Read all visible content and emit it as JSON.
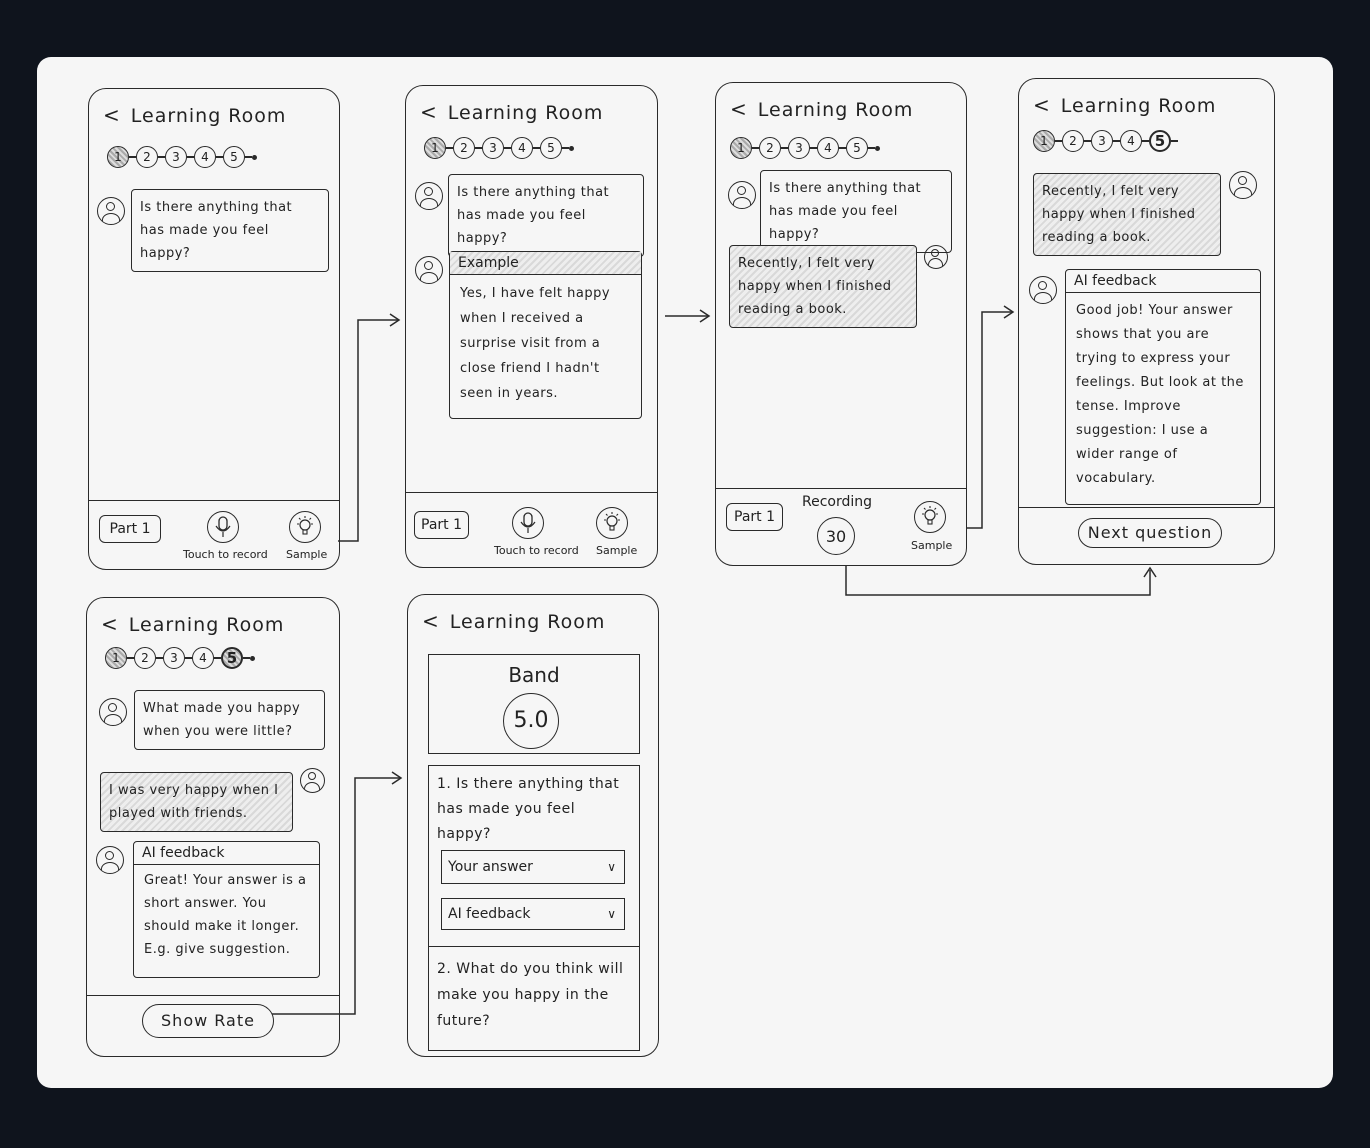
{
  "app": {
    "title": "Learning Room",
    "back_icon": "chevron-left-icon"
  },
  "steps": [
    "1",
    "2",
    "3",
    "4",
    "5"
  ],
  "screens": {
    "s1": {
      "question": "Is there anything that has made you feel happy?",
      "part_label": "Part 1",
      "record_caption": "Touch to record",
      "sample_caption": "Sample"
    },
    "s2": {
      "question": "Is there anything that has made you feel happy?",
      "example_title": "Example",
      "example_text": "Yes, I have felt happy when I received a surprise visit from a close friend I hadn't seen in years.",
      "part_label": "Part 1",
      "record_caption": "Touch to record",
      "sample_caption": "Sample"
    },
    "s3": {
      "question": "Is there anything that has made you feel happy?",
      "answer": "Recently, I felt very happy when I finished reading a book.",
      "part_label": "Part 1",
      "recording_label": "Recording",
      "timer": "30",
      "sample_caption": "Sample"
    },
    "s4": {
      "answer": "Recently, I felt very happy when I finished reading a book.",
      "feedback_title": "AI feedback",
      "feedback_text": "Good job! Your answer shows that you are trying to express your feelings. But look at the tense. Improve suggestion: I use a wider range of vocabulary.",
      "next_button": "Next question"
    },
    "s5": {
      "question": "What made you happy when you were little?",
      "answer": "I was very happy when I played with friends.",
      "feedback_title": "AI feedback",
      "feedback_text": "Great! Your answer is a short answer. You should make it longer. E.g. give suggestion.",
      "show_rate_button": "Show Rate"
    },
    "s6": {
      "band_label": "Band",
      "band_value": "5.0",
      "q1": "1. Is there anything that has made you feel happy?",
      "your_answer_dropdown": "Your answer",
      "ai_feedback_dropdown": "AI feedback",
      "q2": "2. What do you think will make you happy in the future?"
    }
  },
  "colors": {
    "background": "#0f141d",
    "paper": "#f6f6f6",
    "ink": "#2a2a2a",
    "shade": "#d9d9d9"
  }
}
